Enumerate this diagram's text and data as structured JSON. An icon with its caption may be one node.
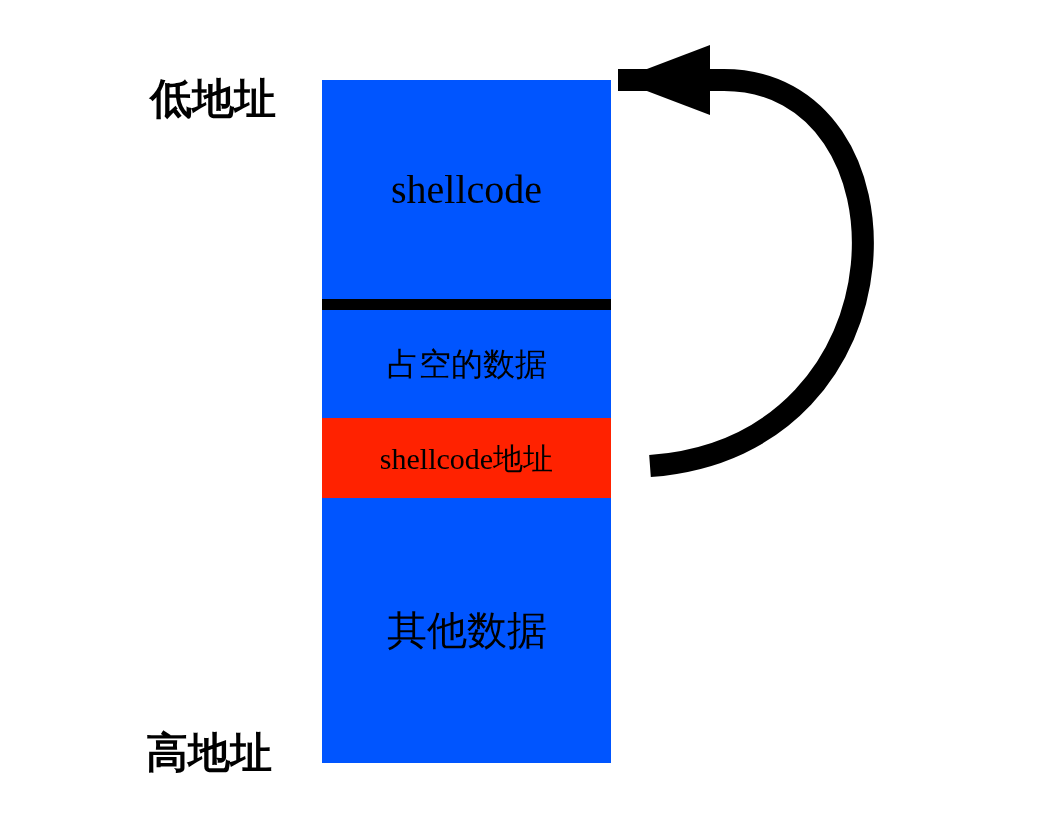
{
  "diagram": {
    "nodes": [
      {
        "text": [
          "shellcode"
        ]
      },
      {
        "text": [
          "占空的数据"
        ]
      },
      {
        "text": [
          "shellcode地址"
        ]
      },
      {
        "text": [
          "其他数据"
        ]
      }
    ],
    "edges": [
      {
        "from": 2,
        "to": 0,
        "arrow": "to"
      }
    ],
    "labels": [
      "低地址",
      "高地址"
    ]
  }
}
